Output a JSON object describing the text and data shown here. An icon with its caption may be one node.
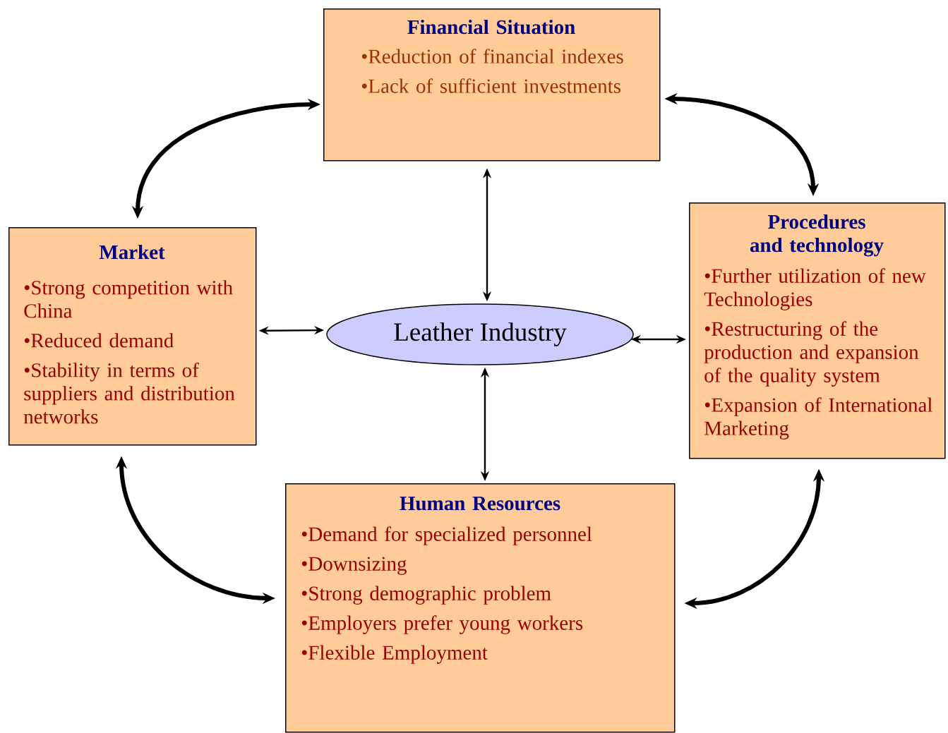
{
  "diagram": {
    "nodes": [
      {
        "text": [
          "Financial Situation",
          "•Reduction of financial indexes",
          "•Lack of sufficient investments"
        ]
      },
      {
        "text": [
          "Market",
          "•Strong competition with China",
          "•Reduced demand",
          "•Stability in terms of suppliers and distribution networks"
        ]
      },
      {
        "text": [
          "Leather Industry"
        ]
      },
      {
        "text": [
          "Procedures and technology",
          "•Further utilization of new Technologies",
          "•Restructuring of the production and expansion of the quality system",
          "•Expansion of International Marketing"
        ]
      },
      {
        "text": [
          "Human Resources",
          "•Demand for specialized personnel",
          "•Downsizing",
          "•Strong demographic problem",
          "•Employers prefer young workers",
          "•Flexible Employment"
        ]
      }
    ],
    "edges": [
      {
        "from": 0,
        "to": 1,
        "arrow": "both",
        "style": "thick"
      },
      {
        "from": 0,
        "to": 3,
        "arrow": "both",
        "style": "thick"
      },
      {
        "from": 0,
        "to": 2,
        "arrow": "both"
      },
      {
        "from": 1,
        "to": 2,
        "arrow": "both"
      },
      {
        "from": 2,
        "to": 3,
        "arrow": "both"
      },
      {
        "from": 2,
        "to": 4,
        "arrow": "both"
      },
      {
        "from": 1,
        "to": 4,
        "arrow": "both",
        "style": "thick"
      },
      {
        "from": 3,
        "to": 4,
        "arrow": "both",
        "style": "thick"
      }
    ]
  }
}
